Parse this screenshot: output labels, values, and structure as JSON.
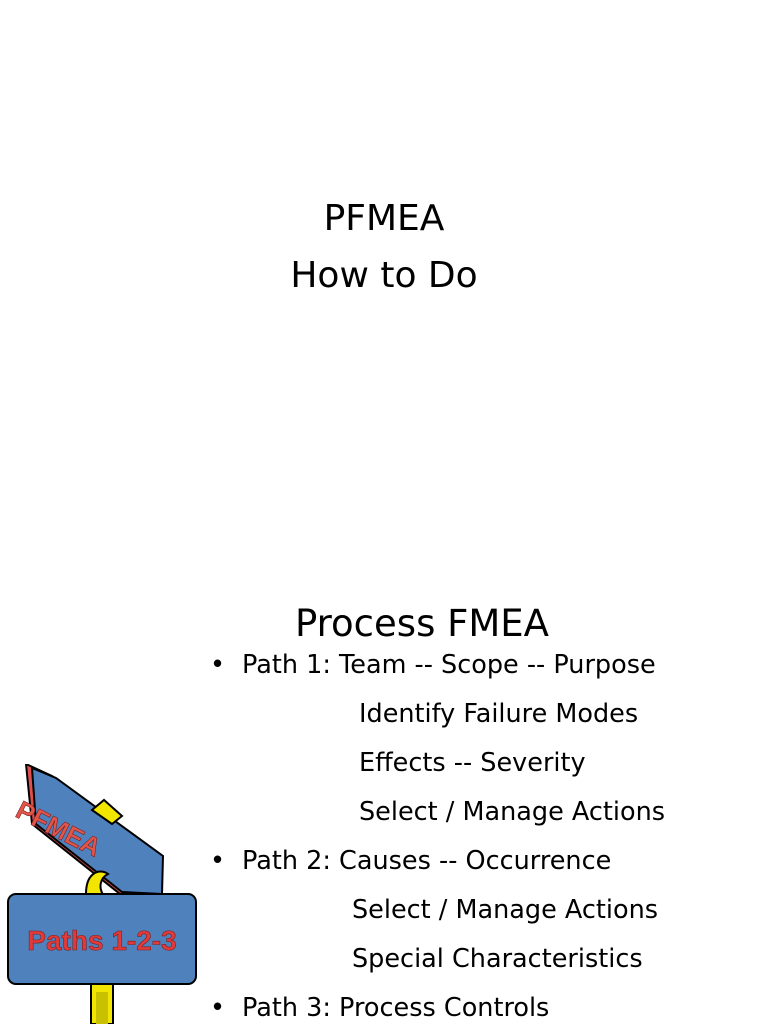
{
  "slide1": {
    "title_line1": "PFMEA",
    "title_line2": "How to Do"
  },
  "slide2": {
    "title": "Process FMEA",
    "bullets": [
      {
        "text": "Path 1: Team -- Scope -- Purpose",
        "bullet": "•"
      },
      {
        "text": "Identify Failure Modes"
      },
      {
        "text": "Effects -- Severity"
      },
      {
        "text": "Select / Manage Actions"
      },
      {
        "text": "Path 2: Causes -- Occurrence",
        "bullet": "•"
      },
      {
        "text": "Select / Manage Actions"
      },
      {
        "text": "Special Characteristics"
      },
      {
        "text": "Path 3: Process Controls",
        "bullet": "•"
      }
    ],
    "sign": {
      "top_label": "PFMEA",
      "bottom_label": "Paths 1-2-3",
      "colors": {
        "board": "#4f81bd",
        "top_text": "#e0564a",
        "bottom_text": "#e03a3a",
        "edge": "#e05050",
        "bracket": "#f2e600"
      }
    }
  }
}
